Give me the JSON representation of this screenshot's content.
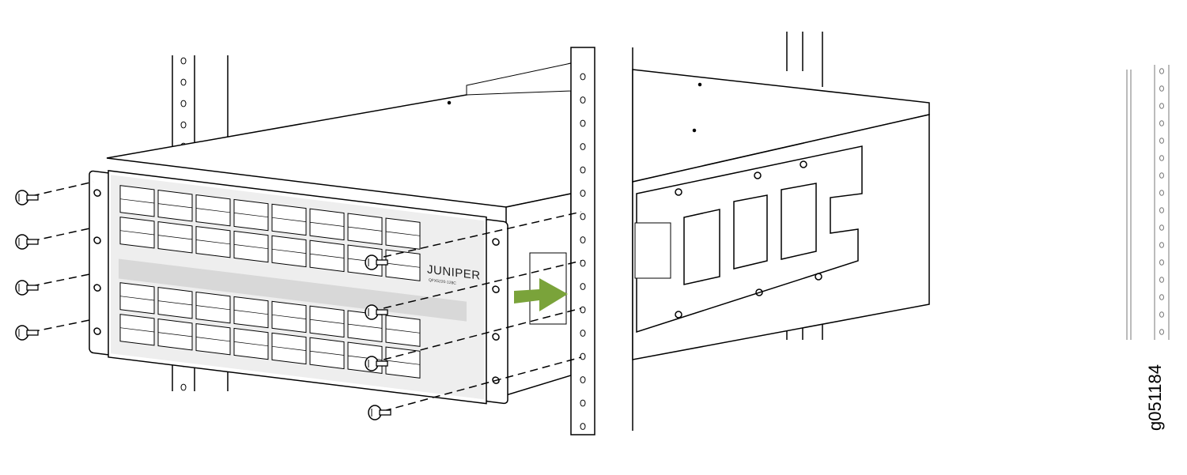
{
  "figure": {
    "id_label": "g051184",
    "logo_text": "JUNIPER",
    "model_label": "QFX5220-128C"
  },
  "colors": {
    "arrow": "#7aa33a",
    "line": "#000000"
  },
  "icons": [
    "screw-icon",
    "install-arrow-icon"
  ]
}
